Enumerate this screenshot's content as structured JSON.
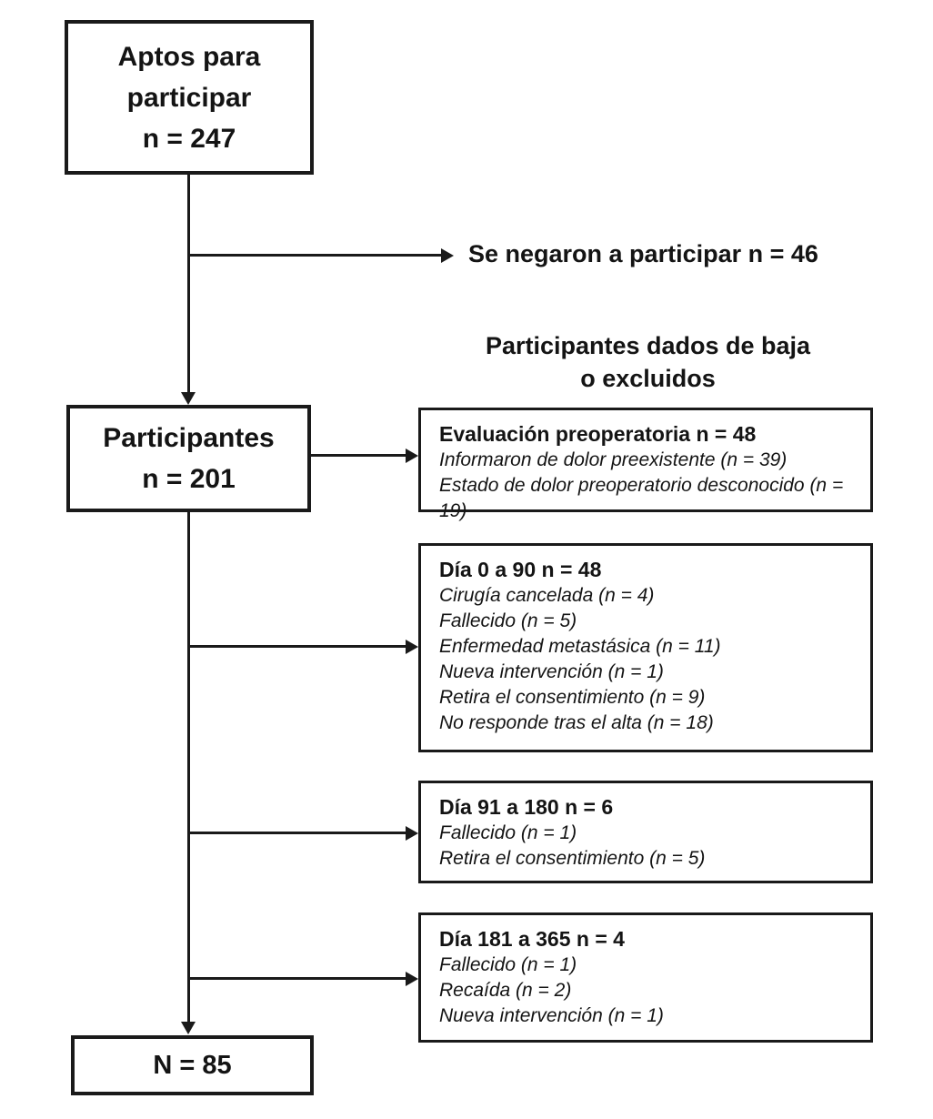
{
  "diagram": {
    "top_box": {
      "lines": [
        "Aptos para",
        "participar",
        "n = 247"
      ]
    },
    "refused_label": "Se negaron a participar n = 46",
    "withdrawn_header": {
      "line1": "Participantes dados de baja",
      "line2": "o excluidos"
    },
    "participants_box": {
      "lines": [
        "Participantes",
        "n = 201"
      ]
    },
    "final_box": {
      "label": "N = 85"
    },
    "exclusion_boxes": [
      {
        "title": "Evaluación preoperatoria n = 48",
        "items": [
          "Informaron de dolor preexistente (n = 39)",
          "Estado de dolor preoperatorio desconocido (n = 19)"
        ]
      },
      {
        "title": "Día 0 a 90 n = 48",
        "items": [
          "Cirugía cancelada (n = 4)",
          "Fallecido (n = 5)",
          "Enfermedad metastásica (n = 11)",
          "Nueva intervención (n = 1)",
          "Retira el consentimiento (n = 9)",
          "No responde tras el alta (n = 18)"
        ]
      },
      {
        "title": "Día 91 a 180 n = 6",
        "items": [
          "Fallecido (n = 1)",
          "Retira el consentimiento (n = 5)"
        ]
      },
      {
        "title": "Día 181 a 365 n = 4",
        "items": [
          "Fallecido (n = 1)",
          "Recaída (n = 2)",
          "Nueva intervención (n = 1)"
        ]
      }
    ],
    "line_color": "#1a1a1a"
  }
}
